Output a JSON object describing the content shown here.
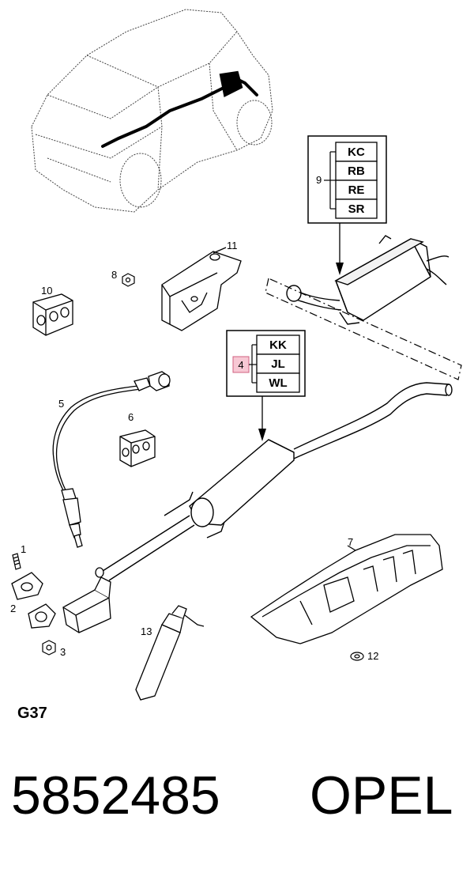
{
  "callouts": {
    "c1": "1",
    "c2": "2",
    "c3": "3",
    "c4": "4",
    "c5": "5",
    "c6": "6",
    "c7": "7",
    "c8": "8",
    "c9": "9",
    "c10": "10",
    "c11": "11",
    "c12": "12",
    "c13": "13"
  },
  "code_box_9": {
    "codes": [
      "KC",
      "RB",
      "RE",
      "SR"
    ]
  },
  "code_box_4": {
    "codes": [
      "KK",
      "JL",
      "WL"
    ]
  },
  "diagram_ref": "G37",
  "part_number": "5852485",
  "brand": "OPEL",
  "colors": {
    "highlight_fill": "#f7c8d4",
    "highlight_stroke": "#d06080",
    "line": "#000000"
  }
}
